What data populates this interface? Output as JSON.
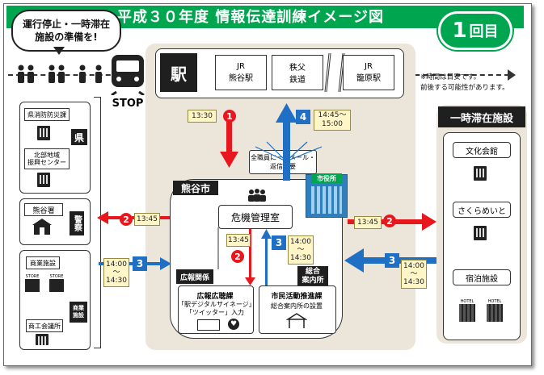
{
  "title": "平成３０年度 情報伝達訓練イメージ図",
  "round": {
    "number": "1",
    "suffix": "回目"
  },
  "callout": {
    "line1": "運行停止・一時滞在",
    "line2": "施設の準備を!"
  },
  "train": {
    "stop_label": "STOP"
  },
  "station": {
    "label": "駅",
    "items": [
      {
        "line1": "JR",
        "line2": "熊谷駅"
      },
      {
        "line1": "秩父",
        "line2": "鉄道"
      },
      {
        "line1": "JR",
        "line2": "籠原駅"
      }
    ]
  },
  "note": {
    "line1": "※時間は目安です。",
    "line2": "前後する可能性があります。"
  },
  "prefecture": {
    "label": "県",
    "items": [
      "県消防防災課",
      "北部地域\n振興センター"
    ]
  },
  "police": {
    "name": "熊谷署",
    "label": "警察"
  },
  "commerce": {
    "label": "商業\n施設",
    "items": [
      "商業施設",
      "商工会議所"
    ],
    "store_label": "STORE"
  },
  "city": {
    "label": "熊谷市",
    "crisis_room": "危機管理室",
    "city_hall": "市役所",
    "mail_note": "全職員に一括メール・\n返信不要",
    "pr_group": "広報関係",
    "pr_division": {
      "name": "広報広聴課",
      "line1": "「駅デジタルサイネージ」",
      "line2": "「ツイッター」入力"
    },
    "info_group": "総合\n案内所",
    "civic_division": {
      "name": "市民活動推進課",
      "line1": "総合案内所の設置"
    }
  },
  "shelter": {
    "label": "一時滞在施設",
    "items": [
      "文化会館",
      "さくらめいと",
      "宿泊施設"
    ],
    "hotel_label": "HOTEL"
  },
  "steps": {
    "s1": {
      "number": "1",
      "time": "13:30"
    },
    "s2_police": {
      "number": "2",
      "time": "13:45"
    },
    "s2_shelter": {
      "number": "2",
      "time": "13:45"
    },
    "s2_inner": {
      "number": "2",
      "time": "13:45"
    },
    "s3_commerce": {
      "number": "3",
      "time": "14:00\n～\n14:30"
    },
    "s3_inner": {
      "number": "3",
      "time": "14:00\n～\n14:30"
    },
    "s3_shelter": {
      "number": "3",
      "time": "14:00\n～\n14:30"
    },
    "s4": {
      "number": "4",
      "time": "14:45～\n15:00"
    }
  },
  "colors": {
    "green": "#00a550",
    "red": "#e8171e",
    "blue": "#1f6fc5",
    "panel": "#ebe6d9"
  }
}
